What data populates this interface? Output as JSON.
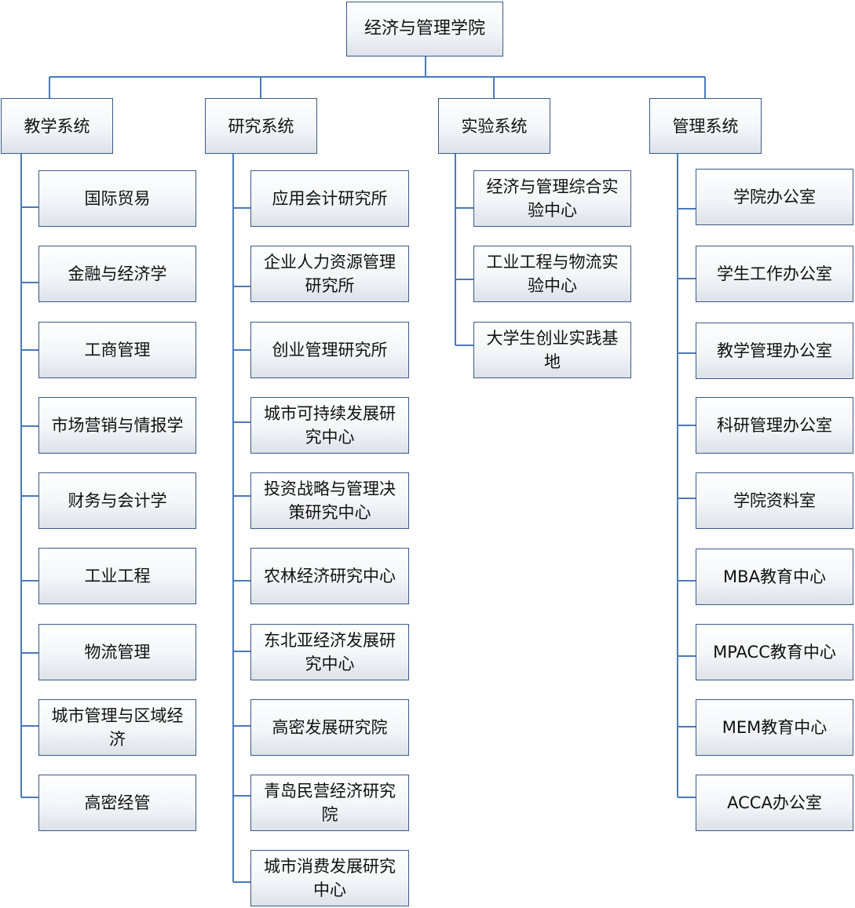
{
  "root": "经济与管理学院",
  "columns": [
    {
      "title": "教学系统",
      "items": [
        "国际贸易",
        "金融与经济学",
        "工商管理",
        "市场营销与情报学",
        "财务与会计学",
        "工业工程",
        "物流管理",
        "城市管理与区域经济",
        "高密经管"
      ]
    },
    {
      "title": "研究系统",
      "items": [
        "应用会计研究所",
        "企业人力资源管理研究所",
        "创业管理研究所",
        "城市可持续发展研究中心",
        "投资战略与管理决策研究中心",
        "农林经济研究中心",
        "东北亚经济发展研究中心",
        "高密发展研究院",
        "青岛民营经济研究院",
        "城市消费发展研究中心"
      ]
    },
    {
      "title": "实验系统",
      "items": [
        "经济与管理综合实验中心",
        "工业工程与物流实验中心",
        "大学生创业实践基地"
      ]
    },
    {
      "title": "管理系统",
      "items": [
        "学院办公室",
        "学生工作办公室",
        "教学管理办公室",
        "科研管理办公室",
        "学院资料室",
        "MBA教育中心",
        "MPACC教育中心",
        "MEM教育中心",
        "ACCA办公室"
      ]
    }
  ],
  "colors": {
    "line": "#4a7ab8",
    "border": "#3a5a86"
  }
}
